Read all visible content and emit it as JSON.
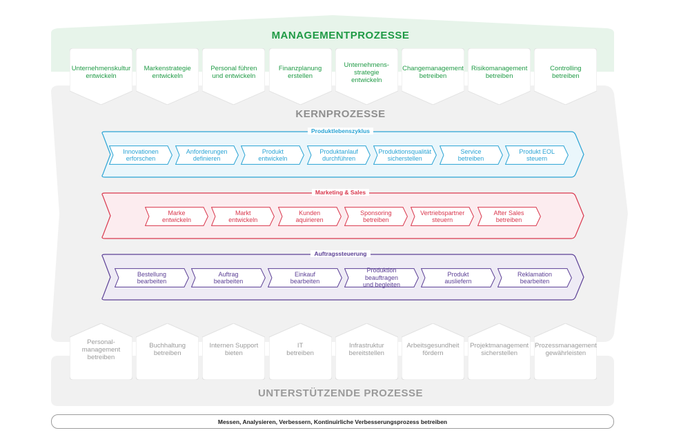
{
  "management": {
    "title": "MANAGEMENTPROZESSE",
    "color": "#1f9a45",
    "items": [
      "Unternehmenskultur\nentwickeln",
      "Markenstrategie\nentwickeln",
      "Personal führen\nund entwickeln",
      "Finanzplanung\nerstellen",
      "Unternehmens-\nstrategie\nentwickeln",
      "Changemanagement\nbetreiben",
      "Risikomanagement\nbetreiben",
      "Controlling\nbetreiben"
    ]
  },
  "core": {
    "title": "KERNPROZESSE",
    "rows": [
      {
        "title": "Produktlebenszyklus",
        "color": "#29a3d4",
        "fill": "#eaf6fb",
        "items": [
          "Innovationen\nerforschen",
          "Anforderungen\ndefinieren",
          "Produkt\nentwickeln",
          "Produktanlauf\ndurchführen",
          "Produktionsqualität\nsicherstellen",
          "Service\nbetreiben",
          "Produkt EOL\nsteuern"
        ]
      },
      {
        "title": "Marketing & Sales",
        "color": "#d9364c",
        "fill": "#fcecef",
        "items": [
          "Marke\nentwickeln",
          "Markt\nentwickeln",
          "Kunden\naquirieren",
          "Sponsoring\nbetreiben",
          "Vertriebspartner\nsteuern",
          "After Sales\nbetreiben"
        ]
      },
      {
        "title": "Auftragssteuerung",
        "color": "#5b3f95",
        "fill": "#eeebf5",
        "items": [
          "Bestellung\nbearbeiten",
          "Auftrag\nbearbeiten",
          "Einkauf\nbearbeiten",
          "Produktion beauftragen\nund begleiten",
          "Produkt\nausliefern",
          "Reklamation\nbearbeiten"
        ]
      }
    ]
  },
  "support": {
    "title": "UNTERSTÜTZENDE PROZESSE",
    "items": [
      "Personal-\nmanagement\nbetreiben",
      "Buchhaltung\nbetreiben",
      "Internen Support\nbieten",
      "IT\nbetreiben",
      "Infrastruktur\nbereitstellen",
      "Arbeitsgesundheit\nfördern",
      "Projektmanagement\nsicherstellen",
      "Prozessmanagement\ngewährleisten"
    ]
  },
  "footer": "Messen, Analysieren, Verbessern, Kontinuirliche Verbesserungsprozess betreiben"
}
